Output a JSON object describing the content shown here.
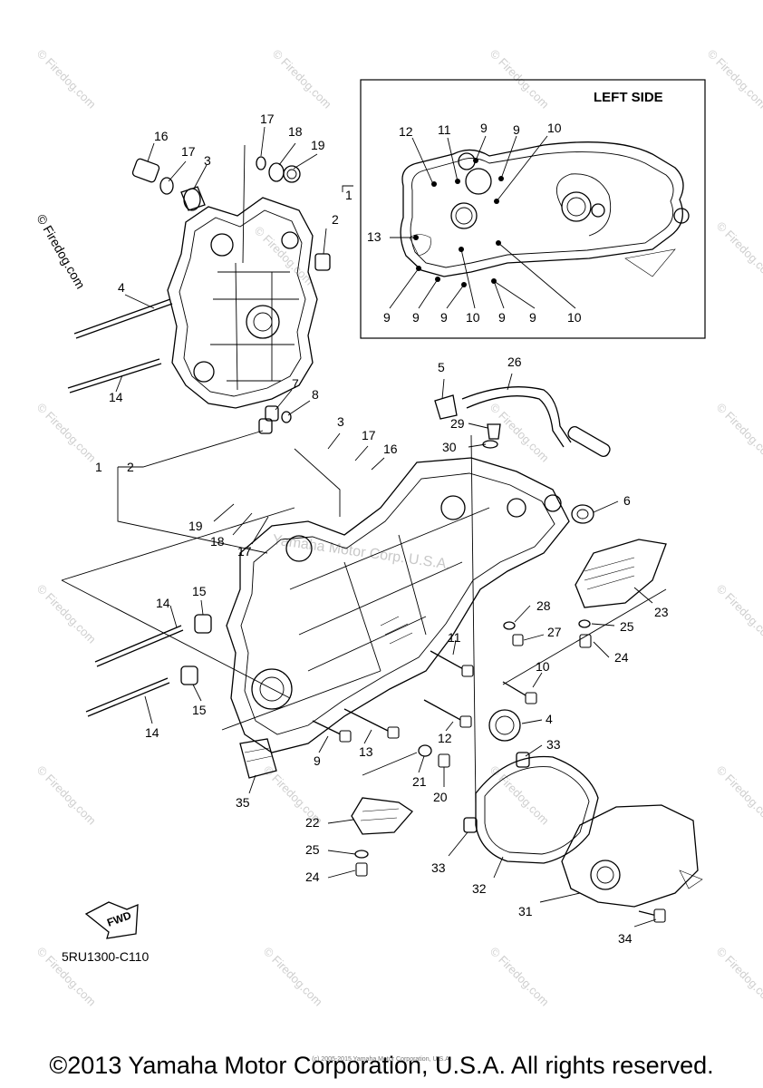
{
  "diagram": {
    "inset_title": "LEFT SIDE",
    "figure_code": "5RU1300-C110",
    "fwd_label": "FWD",
    "center_watermark": "Yamaha Motor Corp. U.S.A.",
    "watermark_text": "© Firedog.com",
    "side_watermark": "© Firedog.com"
  },
  "callouts": {
    "c16a": "16",
    "c17a": "17",
    "c3a": "3",
    "c17b": "17",
    "c18a": "18",
    "c19a": "19",
    "c1a": "1",
    "c2a": "2",
    "c4a": "4",
    "c14a": "14",
    "c7": "7",
    "c8": "8",
    "c1b": "1",
    "c2b": "2",
    "c3b": "3",
    "c17c": "17",
    "c16b": "16",
    "c5": "5",
    "c26": "26",
    "c29": "29",
    "c30": "30",
    "c6": "6",
    "c19b": "19",
    "c18b": "18",
    "c17d": "17",
    "c15a": "15",
    "c14b": "14",
    "c15b": "15",
    "c14c": "14",
    "c28": "28",
    "c27": "27",
    "c23": "23",
    "c25a": "25",
    "c24a": "24",
    "c11": "11",
    "c10": "10",
    "c4b": "4",
    "c12": "12",
    "c9": "9",
    "c13": "13",
    "c33a": "33",
    "c21": "21",
    "c20": "20",
    "c35": "35",
    "c22": "22",
    "c25b": "25",
    "c24b": "24",
    "c33b": "33",
    "c32": "32",
    "c31": "31",
    "c34": "34"
  },
  "inset_callouts": {
    "i12": "12",
    "i11": "11",
    "i9a": "9",
    "i9b": "9",
    "i10a": "10",
    "i13": "13",
    "i9c": "9",
    "i9d": "9",
    "i9e": "9",
    "i10b": "10",
    "i9f": "9",
    "i9g": "9",
    "i10c": "10"
  },
  "footer": {
    "copyright": "©2013 Yamaha Motor Corporation, U.S.A. All rights reserved.",
    "small_print": "(c) 2005-2015 Yamaha Motor Corporation, U.S.A."
  }
}
